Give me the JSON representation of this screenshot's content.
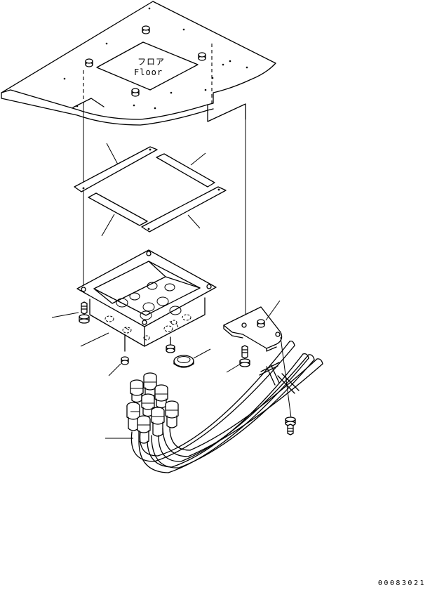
{
  "floor": {
    "label_jp": "フロア",
    "label_en": "Floor"
  },
  "drawing_number": "00083021"
}
